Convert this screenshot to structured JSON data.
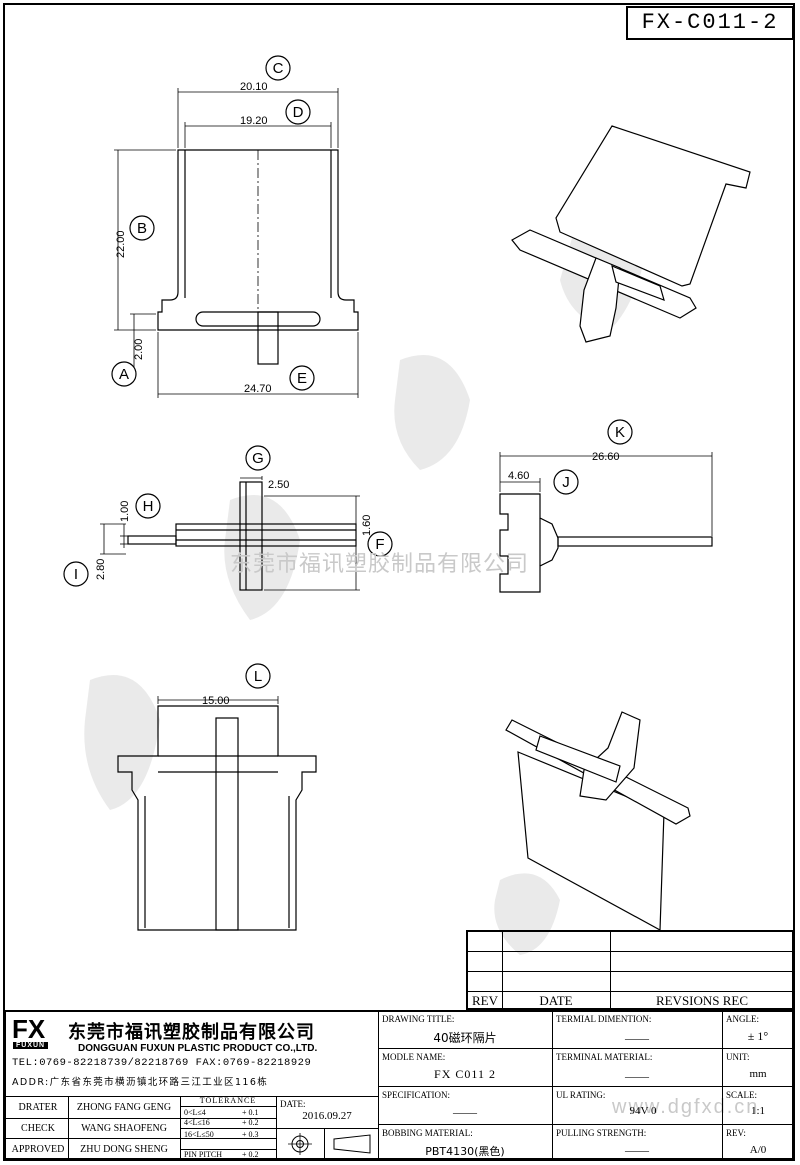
{
  "drawing_number": "FX-C011-2",
  "watermark": "东莞市福讯塑胶制品有限公司",
  "watermark_url": "www.dgfxd.cn",
  "dimensions": {
    "C": {
      "label": "C",
      "value": "20.10"
    },
    "D": {
      "label": "D",
      "value": "19.20"
    },
    "B": {
      "label": "B",
      "value": "22.00"
    },
    "A": {
      "label": "A",
      "value": "2.00"
    },
    "E": {
      "label": "E",
      "value": "24.70"
    },
    "G": {
      "label": "G",
      "value": "2.50"
    },
    "H": {
      "label": "H",
      "value": "1.00"
    },
    "F": {
      "label": "F",
      "value": "1.60"
    },
    "I": {
      "label": "I",
      "value": "2.80"
    },
    "K": {
      "label": "K",
      "value": "26.60"
    },
    "J": {
      "label": "J",
      "value": "4.60"
    },
    "L": {
      "label": "L",
      "value": "15.00"
    }
  },
  "revision_table": {
    "rev": "REV",
    "date": "DATE",
    "records": "REVSIONS REC"
  },
  "company": {
    "logo": "FX",
    "logo_sub": "FUXUN",
    "name_cn": "东莞市福讯塑胶制品有限公司",
    "name_en": "DONGGUAN FUXUN PLASTIC PRODUCT CO.,LTD.",
    "tel": "TEL:0769-82218739/82218769 FAX:0769-82218929",
    "addr": "ADDR:广东省东莞市横沥镇北环路三江工业区116栋"
  },
  "signatures": {
    "drater_label": "DRATER",
    "drater": "ZHONG FANG GENG",
    "check_label": "CHECK",
    "check": "WANG SHAOFENG",
    "approved_label": "APPROVED",
    "approved": "ZHU DONG SHENG"
  },
  "tolerance": {
    "title": "TOLERANCE",
    "rows": [
      {
        "range": "0<L≤4",
        "tol": "+ 0.1"
      },
      {
        "range": "4<L≤16",
        "tol": "+ 0.2"
      },
      {
        "range": "16<L≤50",
        "tol": "+ 0.3"
      },
      {
        "range": "PIN PITCH",
        "tol": "+ 0.2"
      }
    ]
  },
  "date": {
    "label": "DATE:",
    "value": "2016.09.27"
  },
  "fields": {
    "drawing_title_label": "DRAWING TITLE:",
    "drawing_title": "40磁环隔片",
    "model_label": "MODLE NAME:",
    "model": "FX C011 2",
    "spec_label": "SPECIFICATION:",
    "spec": "——",
    "material_label": "BOBBING MATERIAL:",
    "material": "PBT4130(黑色)",
    "term_dim_label": "TERMIAL DIMENTION:",
    "term_dim": "——",
    "term_mat_label": "TERMINAL MATERIAL:",
    "term_mat": "——",
    "ul_label": "UL RATING:",
    "ul": "94V 0",
    "pull_label": "PULLING STRENGTH:",
    "pull": "——",
    "angle_label": "ANGLE:",
    "angle": "± 1°",
    "unit_label": "UNIT:",
    "unit": "mm",
    "scale_label": "SCALE:",
    "scale": "1:1",
    "rev_label": "REV:",
    "rev": "A/0"
  }
}
